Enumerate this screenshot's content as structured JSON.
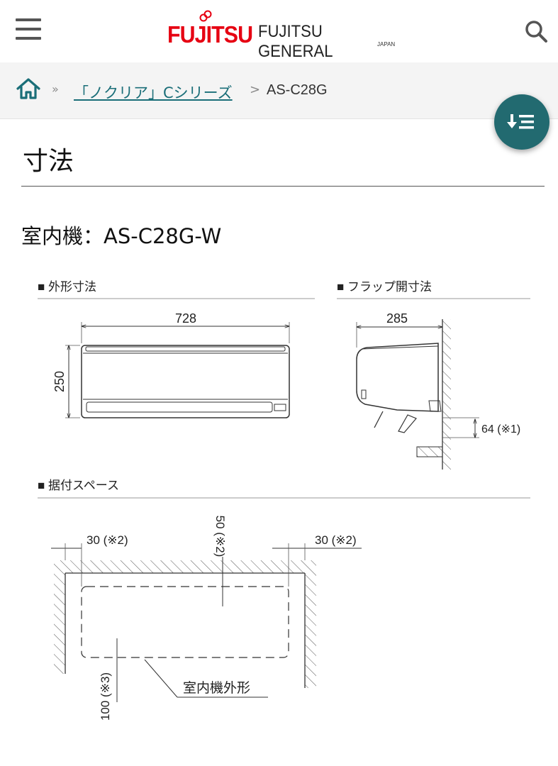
{
  "header": {
    "logo_brand": "FUJITSU",
    "logo_general": "FUJITSU GENERAL",
    "logo_region": "JAPAN",
    "brand_color": "#e60012",
    "menu_icon": "hamburger-menu-icon",
    "search_icon": "search-icon"
  },
  "breadcrumb": {
    "home_icon": "home-icon",
    "separator": "»",
    "series_link": "「ノクリア」Cシリーズ",
    "arrow": ">",
    "current": "AS-C28G",
    "link_color": "#1a6e78"
  },
  "fab": {
    "icon": "sort-down-list-icon",
    "color": "#226a70"
  },
  "page": {
    "title": "寸法",
    "model_heading": "室内機：AS-C28G-W"
  },
  "drawing": {
    "outer_title": "■ 外形寸法",
    "flap_title": "■ フラップ開寸法",
    "space_title": "■ 据付スペース",
    "width": "728",
    "height": "250",
    "flap_depth": "285",
    "flap_drop": "64 (※1)",
    "left_space": "30 (※2)",
    "top_space": "50 (※2)",
    "right_space": "30 (※2)",
    "bottom_space": "100 (※3)",
    "outline_label": "室内機外形"
  }
}
